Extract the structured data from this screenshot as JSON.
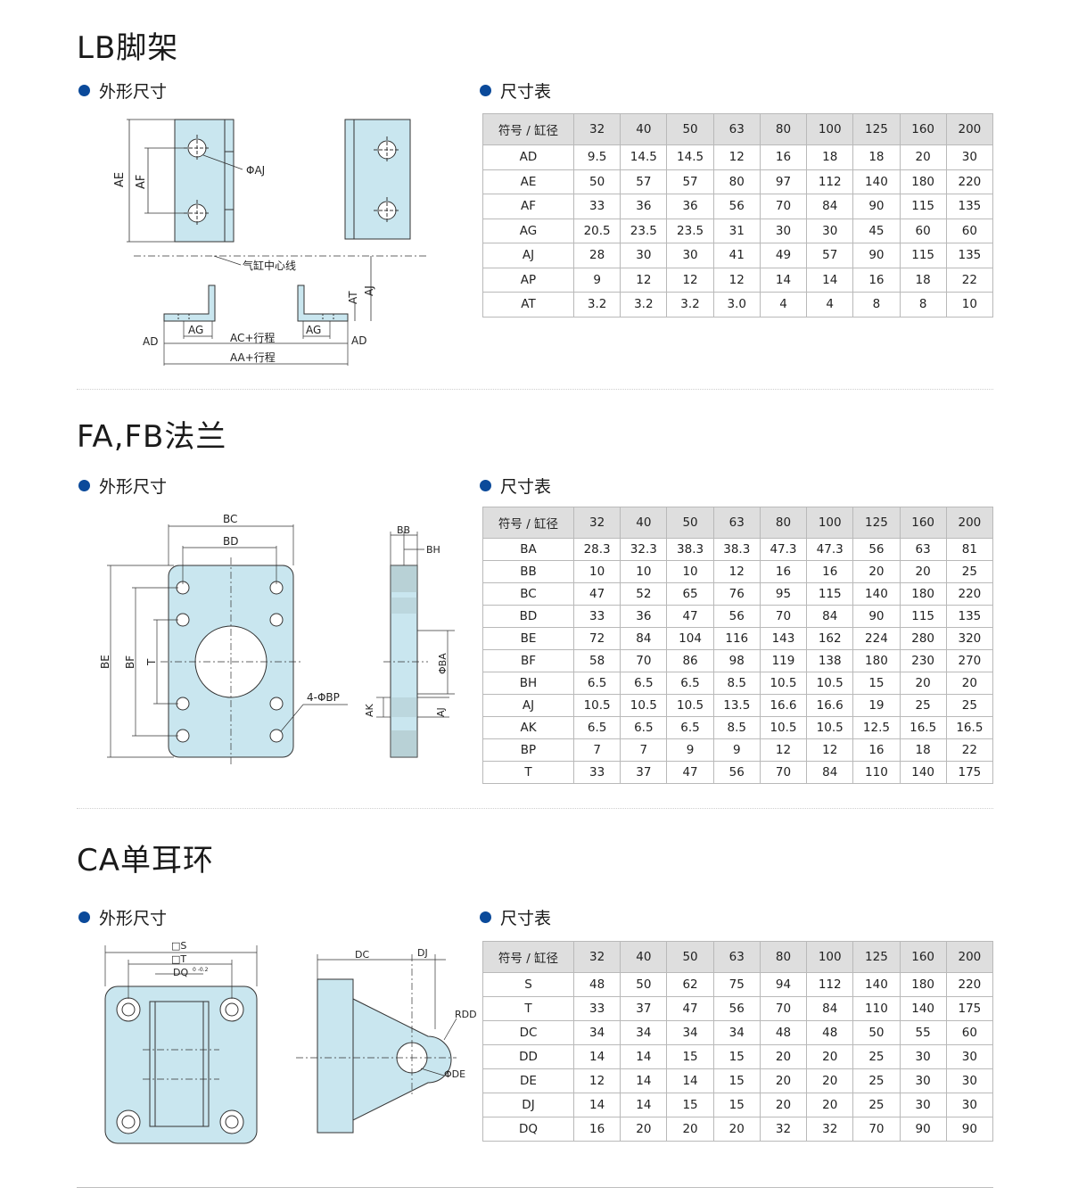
{
  "sections": [
    {
      "title": "LB脚架",
      "subtitle_left": "外形尺寸",
      "subtitle_right": "尺寸表",
      "drawing_labels": {
        "AE": "AE",
        "AF": "AF",
        "AJ": "ΦAJ",
        "center_line": "气缸中心线",
        "AT": "AT",
        "AJ2": "AJ",
        "AD_left": "AD",
        "AG_left": "AG",
        "AC": "AC+行程",
        "AG_right": "AG",
        "AD_right": "AD",
        "AA": "AA+行程"
      },
      "table": {
        "header": [
          "符号 / 缸径",
          "32",
          "40",
          "50",
          "63",
          "80",
          "100",
          "125",
          "160",
          "200"
        ],
        "rows": [
          [
            "AD",
            "9.5",
            "14.5",
            "14.5",
            "12",
            "16",
            "18",
            "18",
            "20",
            "30"
          ],
          [
            "AE",
            "50",
            "57",
            "57",
            "80",
            "97",
            "112",
            "140",
            "180",
            "220"
          ],
          [
            "AF",
            "33",
            "36",
            "36",
            "56",
            "70",
            "84",
            "90",
            "115",
            "135"
          ],
          [
            "AG",
            "20.5",
            "23.5",
            "23.5",
            "31",
            "30",
            "30",
            "45",
            "60",
            "60"
          ],
          [
            "AJ",
            "28",
            "30",
            "30",
            "41",
            "49",
            "57",
            "90",
            "115",
            "135"
          ],
          [
            "AP",
            "9",
            "12",
            "12",
            "12",
            "14",
            "14",
            "16",
            "18",
            "22"
          ],
          [
            "AT",
            "3.2",
            "3.2",
            "3.2",
            "3.0",
            "4",
            "4",
            "8",
            "8",
            "10"
          ]
        ]
      }
    },
    {
      "title": "FA,FB法兰",
      "subtitle_left": "外形尺寸",
      "subtitle_right": "尺寸表",
      "drawing_labels": {
        "BC": "BC",
        "BD": "BD",
        "BE": "BE",
        "BF": "BF",
        "T": "T",
        "BP": "4-ΦBP",
        "BB": "BB",
        "BH": "BH",
        "BA": "ΦBA",
        "AK": "AK",
        "AJ": "AJ"
      },
      "table": {
        "header": [
          "符号 / 缸径",
          "32",
          "40",
          "50",
          "63",
          "80",
          "100",
          "125",
          "160",
          "200"
        ],
        "rows": [
          [
            "BA",
            "28.3",
            "32.3",
            "38.3",
            "38.3",
            "47.3",
            "47.3",
            "56",
            "63",
            "81"
          ],
          [
            "BB",
            "10",
            "10",
            "10",
            "12",
            "16",
            "16",
            "20",
            "20",
            "25"
          ],
          [
            "BC",
            "47",
            "52",
            "65",
            "76",
            "95",
            "115",
            "140",
            "180",
            "220"
          ],
          [
            "BD",
            "33",
            "36",
            "47",
            "56",
            "70",
            "84",
            "90",
            "115",
            "135"
          ],
          [
            "BE",
            "72",
            "84",
            "104",
            "116",
            "143",
            "162",
            "224",
            "280",
            "320"
          ],
          [
            "BF",
            "58",
            "70",
            "86",
            "98",
            "119",
            "138",
            "180",
            "230",
            "270"
          ],
          [
            "BH",
            "6.5",
            "6.5",
            "6.5",
            "8.5",
            "10.5",
            "10.5",
            "15",
            "20",
            "20"
          ],
          [
            "AJ",
            "10.5",
            "10.5",
            "10.5",
            "13.5",
            "16.6",
            "16.6",
            "19",
            "25",
            "25"
          ],
          [
            "AK",
            "6.5",
            "6.5",
            "6.5",
            "8.5",
            "10.5",
            "10.5",
            "12.5",
            "16.5",
            "16.5"
          ],
          [
            "BP",
            "7",
            "7",
            "9",
            "9",
            "12",
            "12",
            "16",
            "18",
            "22"
          ],
          [
            "T",
            "33",
            "37",
            "47",
            "56",
            "70",
            "84",
            "110",
            "140",
            "175"
          ]
        ]
      }
    },
    {
      "title": "CA单耳环",
      "subtitle_left": "外形尺寸",
      "subtitle_right": "尺寸表",
      "drawing_labels": {
        "S": "□S",
        "T": "□T",
        "DQ": "DQ",
        "DQ_tol": "0 -0.2",
        "DC": "DC",
        "DJ": "DJ",
        "RDD": "RDD",
        "DE": "ΦDE"
      },
      "table": {
        "header": [
          "符号 / 缸径",
          "32",
          "40",
          "50",
          "63",
          "80",
          "100",
          "125",
          "160",
          "200"
        ],
        "rows": [
          [
            "S",
            "48",
            "50",
            "62",
            "75",
            "94",
            "112",
            "140",
            "180",
            "220"
          ],
          [
            "T",
            "33",
            "37",
            "47",
            "56",
            "70",
            "84",
            "110",
            "140",
            "175"
          ],
          [
            "DC",
            "34",
            "34",
            "34",
            "34",
            "48",
            "48",
            "50",
            "55",
            "60"
          ],
          [
            "DD",
            "14",
            "14",
            "15",
            "15",
            "20",
            "20",
            "25",
            "30",
            "30"
          ],
          [
            "DE",
            "12",
            "14",
            "14",
            "15",
            "20",
            "20",
            "25",
            "30",
            "30"
          ],
          [
            "DJ",
            "14",
            "14",
            "15",
            "15",
            "20",
            "20",
            "25",
            "30",
            "30"
          ],
          [
            "DQ",
            "16",
            "20",
            "20",
            "20",
            "32",
            "32",
            "70",
            "90",
            "90"
          ]
        ]
      }
    }
  ],
  "colors": {
    "part_fill": "#c9e6ef",
    "bullet": "#0b4a9a",
    "header_bg": "#dedede"
  }
}
